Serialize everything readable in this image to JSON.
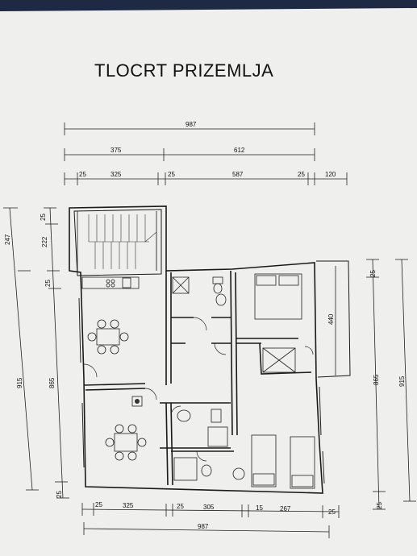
{
  "title": "TLOCRT PRIZEMLJA",
  "dims": {
    "top_total": "987",
    "top_a": "375",
    "top_b": "612",
    "top_c1": "25",
    "top_c2": "325",
    "top_c3": "25",
    "top_c4": "587",
    "top_c5": "25",
    "top_c6": "120",
    "left_outer_1": "247",
    "left_outer_2": "915",
    "left_inner_1": "25",
    "left_inner_2": "222",
    "left_inner_3": "25",
    "left_inner_4": "865",
    "left_inner_5": "25",
    "right_inner_1": "25",
    "right_inner_2": "865",
    "right_inner_3": "25",
    "right_outer": "915",
    "terrace": "440",
    "bot_c1": "25",
    "bot_c2": "325",
    "bot_c3": "25",
    "bot_c4": "305",
    "bot_c5": "15",
    "bot_c6": "267",
    "bot_c7": "25",
    "bot_total": "987"
  }
}
